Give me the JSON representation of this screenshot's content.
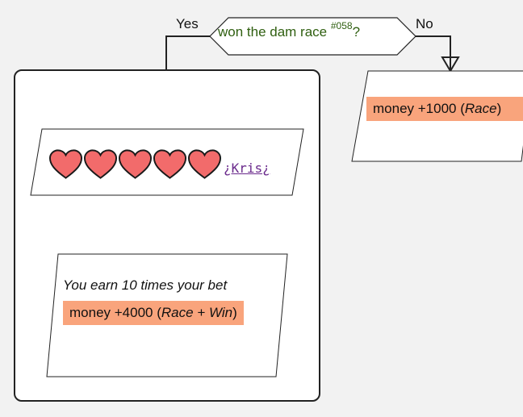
{
  "condition": {
    "text": "won the dam race",
    "ref": "#058",
    "mark": "?",
    "text_color": "#2f5f10"
  },
  "branches": {
    "yes_label": "Yes",
    "no_label": "No"
  },
  "yes_branch": {
    "hearts": {
      "count": 5,
      "color": "#f26b6b",
      "icon": "heart-icon"
    },
    "character_link": "¿Kris¿",
    "description": "You earn 10 times your bet",
    "money": {
      "prefix": "money +4000 (",
      "italic": "Race + Win",
      "suffix": ")",
      "highlight": "#f9a47c"
    }
  },
  "no_branch": {
    "money": {
      "prefix": "money +1000 (",
      "italic": "Race",
      "suffix": ")",
      "highlight": "#f9a47c"
    }
  },
  "colors": {
    "background": "#f2f2f2",
    "line": "#222222"
  }
}
